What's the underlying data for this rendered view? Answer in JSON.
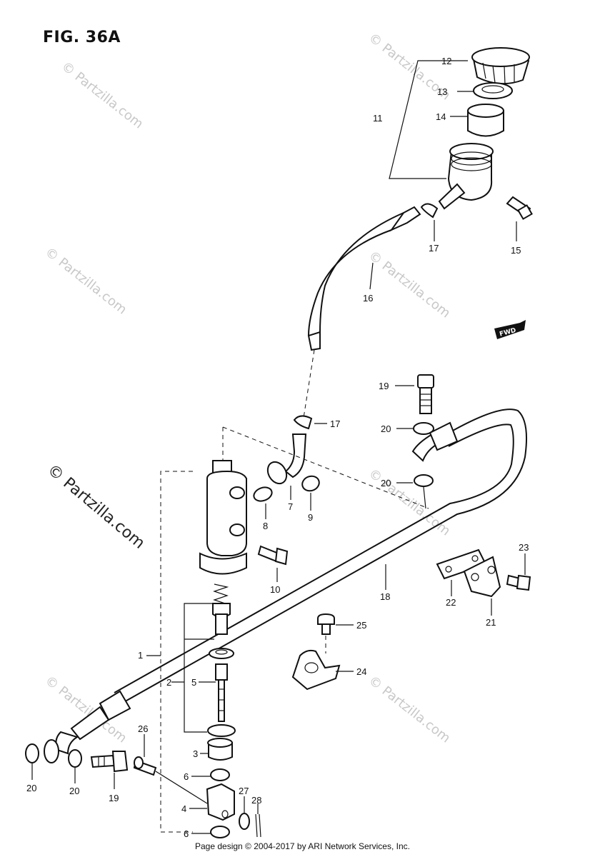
{
  "figure": {
    "title": "FIG. 36A"
  },
  "watermarks": {
    "small": "© Partzilla.com",
    "large": "© Partzilla.com"
  },
  "fwd_label": "FWD",
  "footer": "Page design © 2004-2017 by ARI Network Services, Inc.",
  "callouts": [
    {
      "id": "c12",
      "text": "12"
    },
    {
      "id": "c13",
      "text": "13"
    },
    {
      "id": "c11",
      "text": "11"
    },
    {
      "id": "c14",
      "text": "14"
    },
    {
      "id": "c17a",
      "text": "17"
    },
    {
      "id": "c15",
      "text": "15"
    },
    {
      "id": "c16",
      "text": "16"
    },
    {
      "id": "c19a",
      "text": "19"
    },
    {
      "id": "c17b",
      "text": "17"
    },
    {
      "id": "c20a",
      "text": "20"
    },
    {
      "id": "c20b",
      "text": "20"
    },
    {
      "id": "c8",
      "text": "8"
    },
    {
      "id": "c7",
      "text": "7"
    },
    {
      "id": "c9",
      "text": "9"
    },
    {
      "id": "c23",
      "text": "23"
    },
    {
      "id": "c10",
      "text": "10"
    },
    {
      "id": "c18",
      "text": "18"
    },
    {
      "id": "c22",
      "text": "22"
    },
    {
      "id": "c21",
      "text": "21"
    },
    {
      "id": "c25",
      "text": "25"
    },
    {
      "id": "c1",
      "text": "1"
    },
    {
      "id": "c24",
      "text": "24"
    },
    {
      "id": "c2",
      "text": "2"
    },
    {
      "id": "c5",
      "text": "5"
    },
    {
      "id": "c26",
      "text": "26"
    },
    {
      "id": "c3",
      "text": "3"
    },
    {
      "id": "c20c",
      "text": "20"
    },
    {
      "id": "c20d",
      "text": "20"
    },
    {
      "id": "c19b",
      "text": "19"
    },
    {
      "id": "c6a",
      "text": "6"
    },
    {
      "id": "c27",
      "text": "27"
    },
    {
      "id": "c28",
      "text": "28"
    },
    {
      "id": "c4",
      "text": "4"
    },
    {
      "id": "c6b",
      "text": "6"
    }
  ]
}
